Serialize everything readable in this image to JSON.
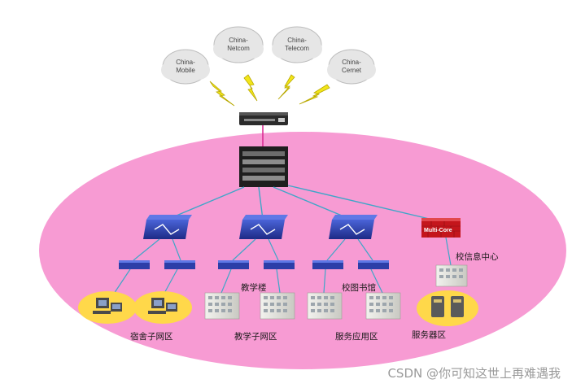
{
  "isps": [
    {
      "name": "China-\nMobile"
    },
    {
      "name": "China-\nNetcom"
    },
    {
      "name": "China-\nTelecom"
    },
    {
      "name": "China-\nCernet"
    }
  ],
  "devices": {
    "firewall_label": "Multi-Core"
  },
  "labels": {
    "campus_info_center": "校信息中心",
    "teaching_building": "教学楼",
    "library": "校图书馆",
    "dorm_subnet": "宿舍子网区",
    "teaching_subnet": "教学子网区",
    "service_app_zone": "服务应用区",
    "server_zone": "服务器区"
  },
  "watermark": "CSDN @你可知这世上再难遇我",
  "colors": {
    "ellipse": "#f79bd3",
    "switch_blue": "#2c3ea8",
    "zone_yellow": "#ffd84a",
    "firewall_red": "#c4161c",
    "link": "#3fa6c8",
    "uplink": "#d8258f"
  }
}
